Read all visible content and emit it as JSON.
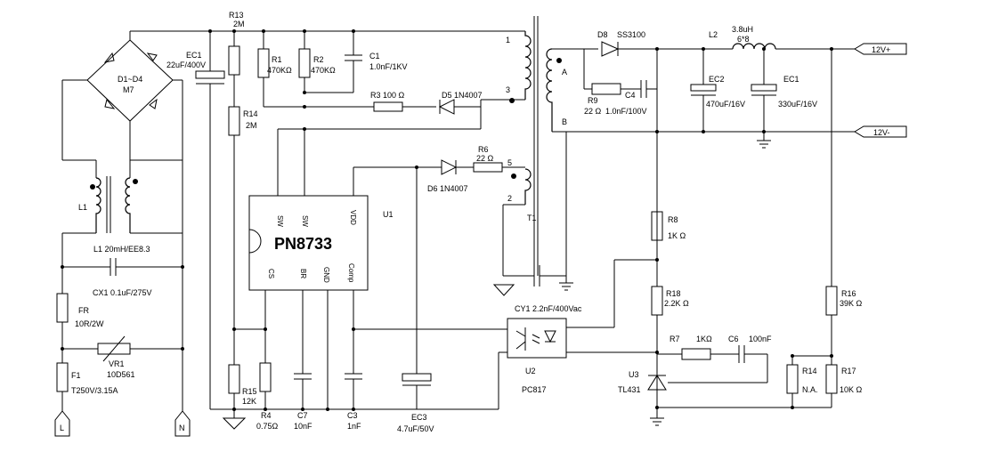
{
  "labels": {
    "r13": "R13",
    "r13v": "2M",
    "r14": "R14",
    "r14v": "2M",
    "r15": "R15",
    "r15v": "12K",
    "r1": "R1",
    "r1v": "470KΩ",
    "r2": "R2",
    "r2v": "470KΩ",
    "c1": "C1",
    "c1v": "1.0nF/1KV",
    "r3": "R3 100 Ω",
    "d5": "D5 1N4007",
    "r6": "R6",
    "r6v": "22 Ω",
    "d6": "D6 1N4007",
    "ec1": "EC1",
    "ec1v": "22uF/400V",
    "bridge": "D1~D4",
    "bridgev": "M7",
    "l1": "L1",
    "l1v": "L1  20mH/EE8.3",
    "cx1": "CX1  0.1uF/275V",
    "fr": "FR",
    "frv": "10R/2W",
    "vr1": "VR1",
    "vr1v": "10D561",
    "f1": "F1",
    "f1v": "T250V/3.15A",
    "l": "L",
    "n": "N",
    "u1": "U1",
    "ic": "PN8733",
    "sw1": "SW",
    "sw2": "SW",
    "vdd": "VDD",
    "cs": "CS",
    "br": "BR",
    "gnd": "GND",
    "comp": "Comp",
    "r4": "R4",
    "r4v": "0.75Ω",
    "c7": "C7",
    "c7v": "10nF",
    "c3": "C3",
    "c3v": "1nF",
    "ec3": "EC3",
    "ec3v": "4.7uF/50V",
    "t1": "T1",
    "p1": "1",
    "p3": "3",
    "p5": "5",
    "p2": "2",
    "pa": "A",
    "pb": "B",
    "cy1": "CY1  2.2nF/400Vac",
    "u2": "U2",
    "u2v": "PC817",
    "d8": "D8",
    "d8v": "SS3100",
    "r9": "R9",
    "r9v": "22 Ω",
    "c4": "C4",
    "c4v": "1.0nF/100V",
    "l2": "L2",
    "l2v": "3.8uH",
    "l2s": "6*8",
    "ec2": "EC2",
    "ec2v": "470uF/16V",
    "ec1o": "EC1",
    "ec1ov": "330uF/16V",
    "out_p": "12V+",
    "out_n": "12V-",
    "r8": "R8",
    "r8v": "1K Ω",
    "r18": "R18",
    "r18v": "2.2K Ω",
    "r7": "R7",
    "r7v": "1KΩ",
    "c6": "C6",
    "c6v": "100nF",
    "u3": "U3",
    "u3v": "TL431",
    "r14o": "R14",
    "r14ov": "N.A.",
    "r16": "R16",
    "r16v": "39K Ω",
    "r17": "R17",
    "r17v": "10K Ω"
  }
}
